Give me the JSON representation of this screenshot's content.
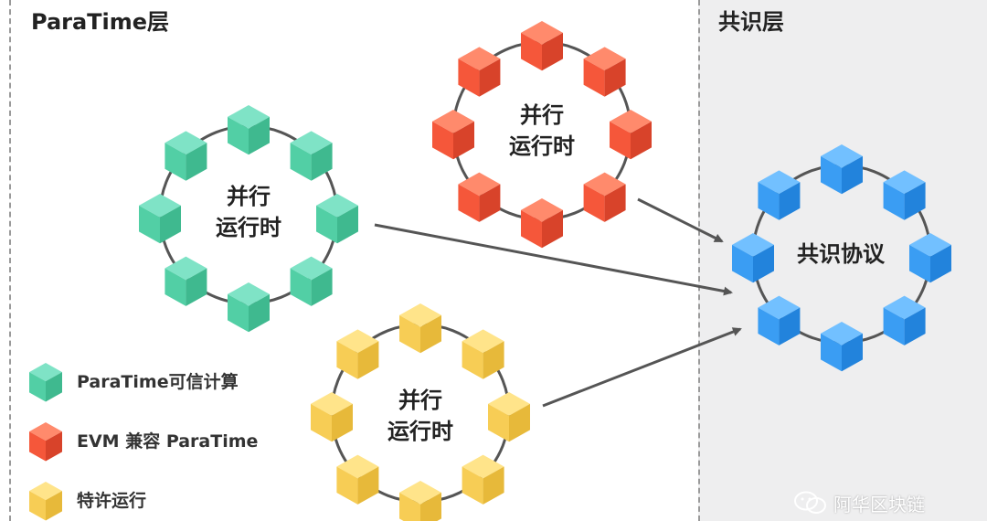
{
  "layers": {
    "paratime_title": "ParaTime层",
    "consensus_title": "共识层"
  },
  "rings": [
    {
      "id": "green",
      "label_line1": "并行",
      "label_line2": "运行时",
      "color_top": "#7fe3c6",
      "color_left": "#52cfa5",
      "color_right": "#3fb98f",
      "cubes": 8
    },
    {
      "id": "red",
      "label_line1": "并行",
      "label_line2": "运行时",
      "color_top": "#ff8a6c",
      "color_left": "#f5573a",
      "color_right": "#d8432a",
      "cubes": 8
    },
    {
      "id": "yellow",
      "label_line1": "并行",
      "label_line2": "运行时",
      "color_top": "#ffe48a",
      "color_left": "#f7cd55",
      "color_right": "#e7b93a",
      "cubes": 8
    },
    {
      "id": "blue",
      "label": "共识协议",
      "color_top": "#72c0ff",
      "color_left": "#3a9df3",
      "color_right": "#2283dc",
      "cubes": 8
    }
  ],
  "legend": [
    {
      "label": "ParaTime可信计算",
      "color": "green"
    },
    {
      "label": "EVM 兼容 ParaTime",
      "color": "red"
    },
    {
      "label": "特许运行",
      "color": "yellow"
    }
  ],
  "watermark": {
    "text": "阿华区块链",
    "icon": "wechat-icon"
  },
  "colors": {
    "ring_line": "#555555",
    "arrow": "#555555",
    "consensus_bg": "#eeeeef",
    "divider": "#9a9a9a"
  }
}
